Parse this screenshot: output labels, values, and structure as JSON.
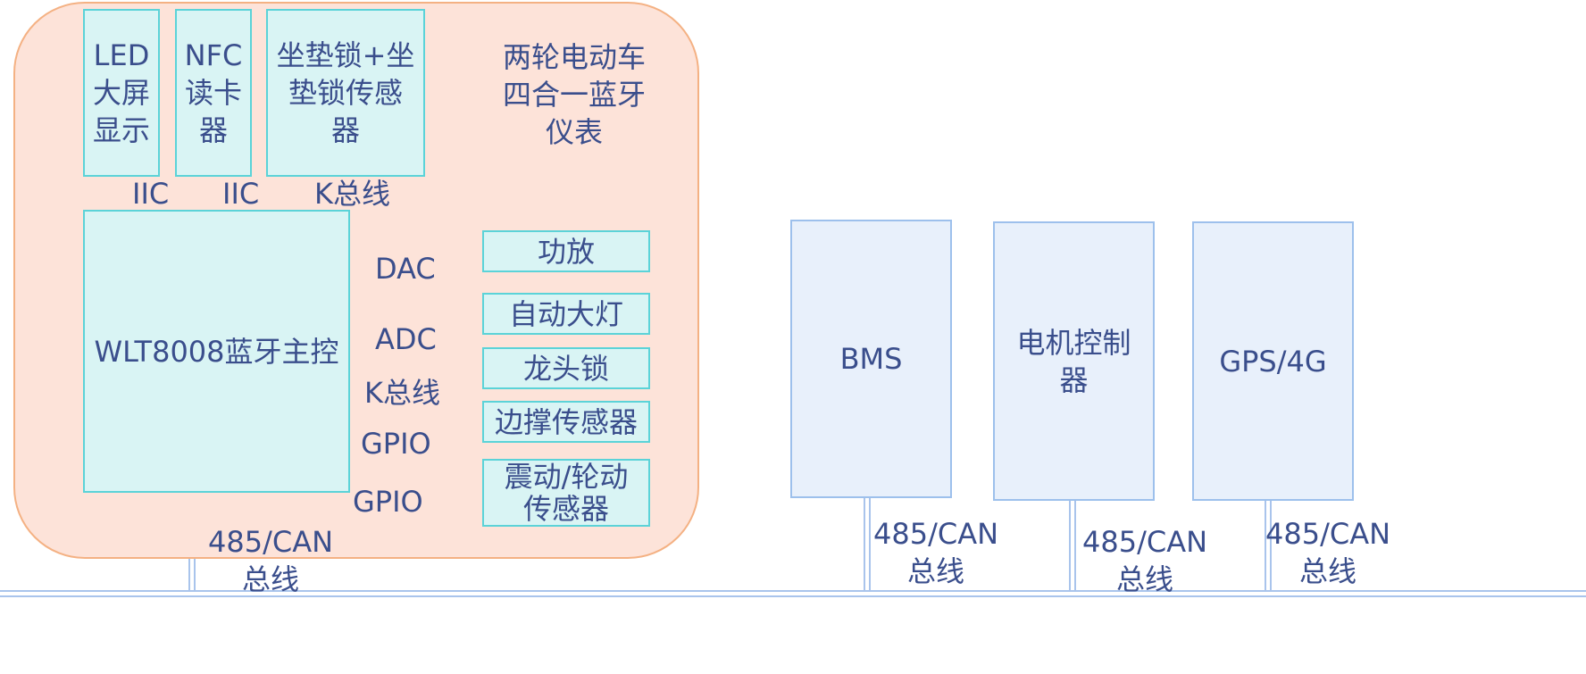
{
  "module": {
    "title": "两轮电动车\n四合一蓝牙\n仪表"
  },
  "top_boxes": [
    {
      "text": "LED\n大屏\n显示",
      "bus": "IIC"
    },
    {
      "text": "NFC\n读卡\n器",
      "bus": "IIC"
    },
    {
      "text": "坐垫锁+坐\n垫锁传感\n器",
      "bus": "K总线"
    }
  ],
  "mcu": {
    "text": "WLT8008蓝牙主控"
  },
  "right_boxes": [
    {
      "text": "功放",
      "bus": "DAC"
    },
    {
      "text": "自动大灯",
      "bus": "ADC"
    },
    {
      "text": "龙头锁",
      "bus": "K总线"
    },
    {
      "text": "边撑传感器",
      "bus": "GPIO"
    },
    {
      "text": "震动/轮动\n传感器",
      "bus": "GPIO"
    }
  ],
  "mcu_bus": "485/CAN\n总线",
  "external": [
    {
      "text": "BMS",
      "bus": "485/CAN\n总线"
    },
    {
      "text": "电机控制\n器",
      "bus": "485/CAN\n总线"
    },
    {
      "text": "GPS/4G",
      "bus": "485/CAN\n总线"
    }
  ],
  "colors": {
    "module_fill": "#fde3d9",
    "module_border": "#f4b183",
    "cyan_fill": "#d9f4f4",
    "cyan_border": "#5bd3d8",
    "blue_fill": "#e8f0fb",
    "blue_border": "#9dc0ec",
    "text": "#3a4e8c"
  }
}
